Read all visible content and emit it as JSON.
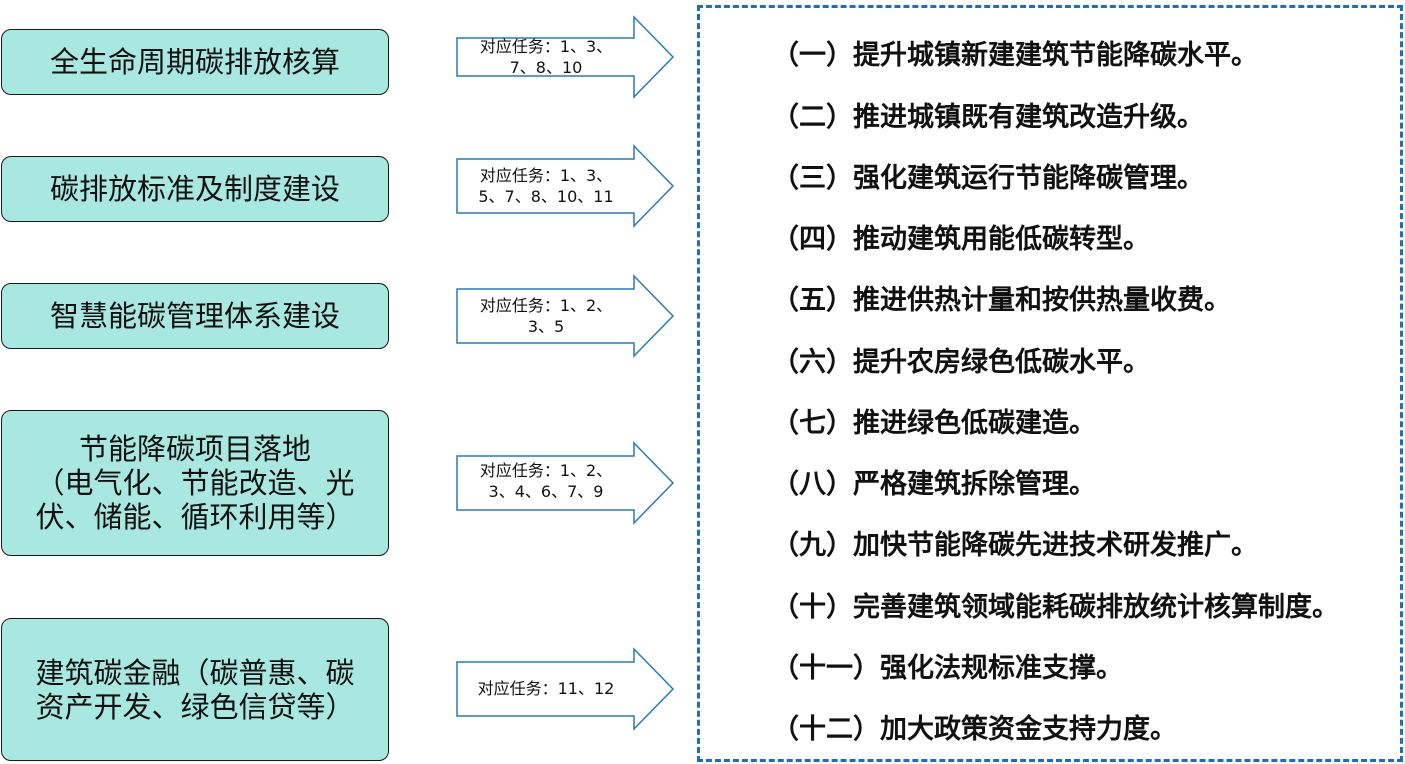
{
  "colors": {
    "box_fill": "#a8e8e0",
    "box_border": "#1a1a1a",
    "arrow_stroke": "#2a7ab9",
    "panel_border": "#1f6fb8"
  },
  "measures": [
    {
      "label": "全生命周期碳排放核算",
      "tasks": "对应任务：1、3、\n7、8、10"
    },
    {
      "label": "碳排放标准及制度建设",
      "tasks": "对应任务：1、3、\n5、7、8、10、11"
    },
    {
      "label": "智慧能碳管理体系建设",
      "tasks": "对应任务：1、2、\n3、5"
    },
    {
      "label": "节能降碳项目落地\n（电气化、节能改造、光伏、储能、循环利用等）",
      "tasks": "对应任务：1、2、\n3、4、6、7、9"
    },
    {
      "label": "建筑碳金融（碳普惠、碳资产开发、绿色信贷等）",
      "tasks": "对应任务：11、12"
    }
  ],
  "tasks": [
    "（一）提升城镇新建建筑节能降碳水平。",
    "（二）推进城镇既有建筑改造升级。",
    "（三）强化建筑运行节能降碳管理。",
    "（四）推动建筑用能低碳转型。",
    "（五）推进供热计量和按供热量收费。",
    "（六）提升农房绿色低碳水平。",
    "（七）推进绿色低碳建造。",
    "（八）严格建筑拆除管理。",
    "（九）加快节能降碳先进技术研发推广。",
    "（十）完善建筑领域能耗碳排放统计核算制度。",
    "（十一）强化法规标准支撑。",
    "（十二）加大政策资金支持力度。"
  ]
}
